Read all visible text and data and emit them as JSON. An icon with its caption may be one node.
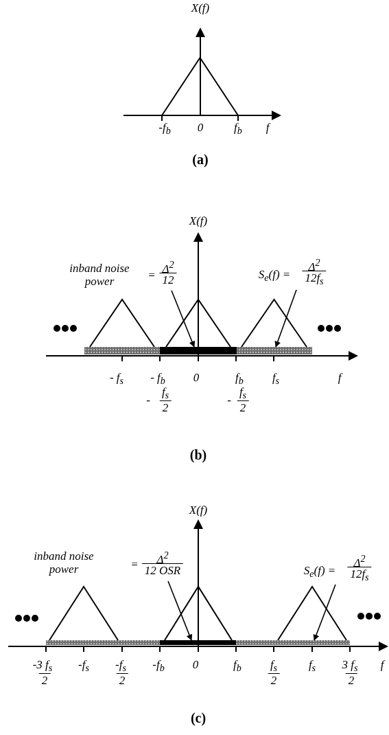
{
  "diagram": {
    "nodes": [
      {
        "text": [
          "inband noise power",
          "=",
          "Δ$^{2}$",
          "12"
        ]
      },
      {
        "text": [],
        "shape": "bar"
      },
      {
        "text": [
          "S$_{e}$(f) =",
          "Δ$^{2}$",
          "12f$_{s}$"
        ]
      },
      {
        "text": [],
        "shape": "bar"
      },
      {
        "text": [
          "inband noise power",
          "=",
          "Δ$^{2}$",
          "12 OSR"
        ]
      },
      {
        "text": [],
        "shape": "bar"
      },
      {
        "text": [
          "S$_{e}$(f) =",
          "Δ$^{2}$",
          "12f$_{s}$"
        ]
      },
      {
        "text": [],
        "shape": "bar"
      },
      {
        "text": [],
        "shape": "bar"
      },
      {
        "text": [],
        "shape": "bar"
      }
    ],
    "edges": [
      {
        "from": 0,
        "to": 1,
        "arrow": "to"
      },
      {
        "from": 2,
        "to": 3,
        "arrow": "to"
      },
      {
        "from": 4,
        "to": 5,
        "arrow": "to"
      },
      {
        "from": 6,
        "to": 7,
        "arrow": "to"
      }
    ],
    "labels": [
      "X(f)",
      "-f$_{b}$",
      "0",
      "f$_{b}$",
      "f",
      "(a)",
      "X(f)",
      "- f$_{s}$",
      "- f$_{b}$",
      "0",
      "f$_{b}$",
      "f$_{s}$",
      "f",
      "-",
      "f$_{s}$",
      "2",
      "-",
      "f$_{s}$",
      "2",
      "(b)",
      "X(f)",
      "-3 f$_{s}$",
      "-f$_{s}$",
      "-f$_{s}$",
      "-f$_{b}$",
      "0",
      "f$_{b}$",
      "f$_{s}$",
      "f$_{s}$",
      "3 f$_{s}$",
      "f",
      "2",
      "2",
      "2",
      "2",
      "(c)"
    ]
  }
}
